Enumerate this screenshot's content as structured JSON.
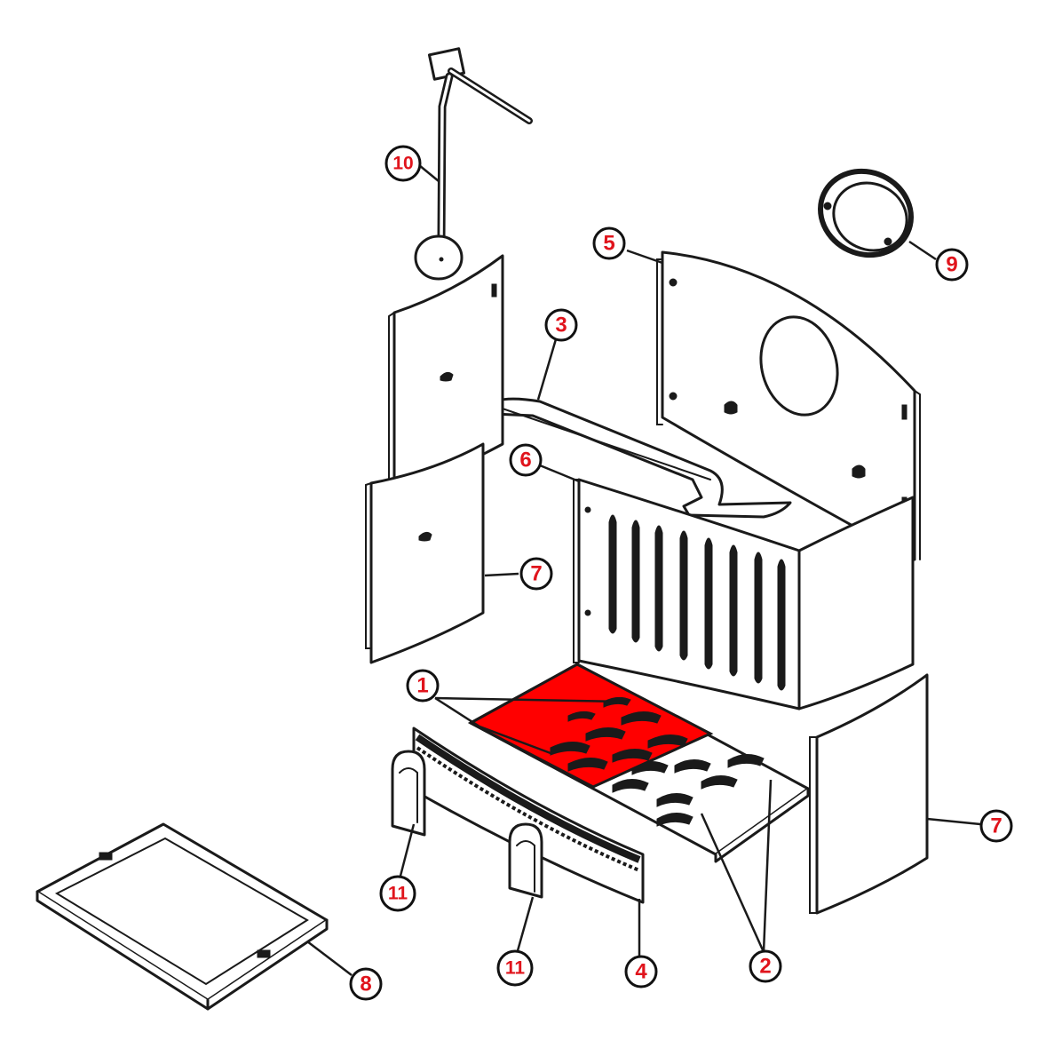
{
  "colors": {
    "callout_text": "#e0141c",
    "highlight": "#ff0000",
    "line": "#1a1a1a",
    "background": "#ffffff"
  },
  "callouts": [
    {
      "id": "c1",
      "label": "1"
    },
    {
      "id": "c2",
      "label": "2"
    },
    {
      "id": "c3",
      "label": "3"
    },
    {
      "id": "c4",
      "label": "4"
    },
    {
      "id": "c5",
      "label": "5"
    },
    {
      "id": "c6",
      "label": "6"
    },
    {
      "id": "c7a",
      "label": "7"
    },
    {
      "id": "c7b",
      "label": "7"
    },
    {
      "id": "c8",
      "label": "8"
    },
    {
      "id": "c9",
      "label": "9"
    },
    {
      "id": "c10",
      "label": "10"
    },
    {
      "id": "c11a",
      "label": "11"
    },
    {
      "id": "c11b",
      "label": "11"
    }
  ],
  "highlighted_part": "1"
}
